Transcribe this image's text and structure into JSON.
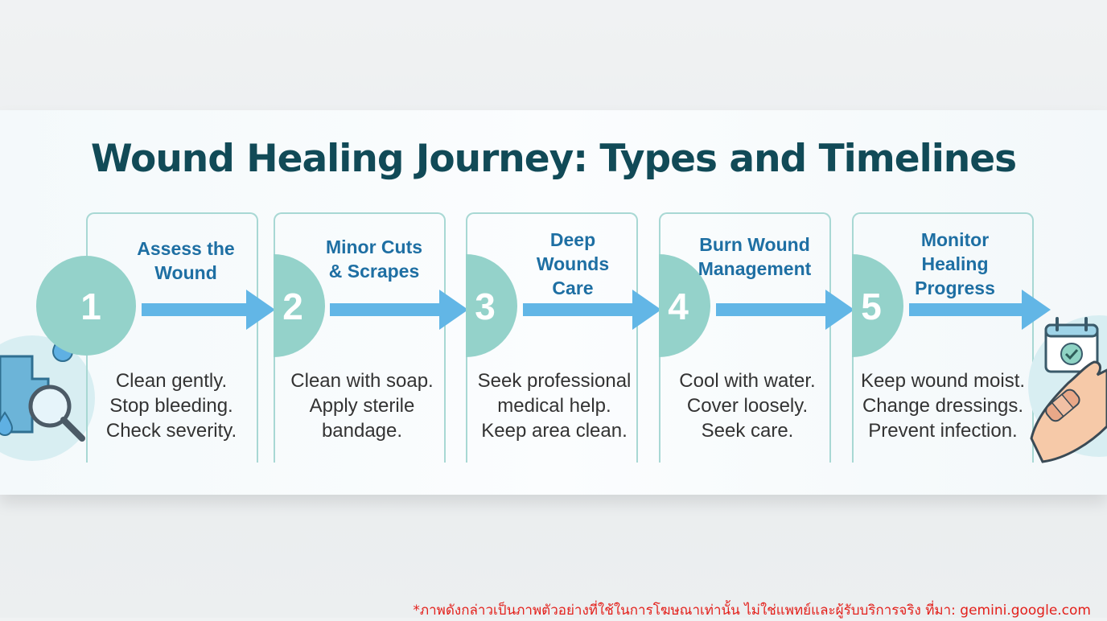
{
  "title": "Wound Healing  Journey: Types and Timelines",
  "steps": [
    {
      "number": "1",
      "heading_lines": [
        "Assess the",
        "Wound"
      ],
      "body_lines": [
        "Clean gently.",
        "Stop bleeding.",
        "Check severity."
      ]
    },
    {
      "number": "2",
      "heading_lines": [
        "Minor Cuts",
        "& Scrapes"
      ],
      "body_lines": [
        "Clean with soap.",
        "Apply sterile",
        "bandage."
      ]
    },
    {
      "number": "3",
      "heading_lines": [
        "Deep",
        "Wounds",
        "Care"
      ],
      "body_lines": [
        "Seek professional",
        "medical help.",
        "Keep area clean."
      ]
    },
    {
      "number": "4",
      "heading_lines": [
        "Burn Wound",
        "Management"
      ],
      "body_lines": [
        "Cool with water.",
        "Cover loosely.",
        "Seek care."
      ]
    },
    {
      "number": "5",
      "heading_lines": [
        "Monitor",
        "Healing",
        "Progress"
      ],
      "body_lines": [
        "Keep wound moist.",
        "Change dressings.",
        "Prevent infection."
      ]
    }
  ],
  "icons": {
    "left": "medical-cross-magnifier-icon",
    "right": "calendar-hand-bandage-icon"
  },
  "colors": {
    "title": "#114a57",
    "heading": "#1e6fa3",
    "circle": "#94d2ca",
    "arrow": "#62b6e6",
    "card_border": "#a8d8d4"
  },
  "footer": "*ภาพดังกล่าวเป็นภาพตัวอย่างที่ใช้ในการโฆษณาเท่านั้น ไม่ใช่แพทย์และผู้รับบริการจริง ที่มา: gemini.google.com"
}
